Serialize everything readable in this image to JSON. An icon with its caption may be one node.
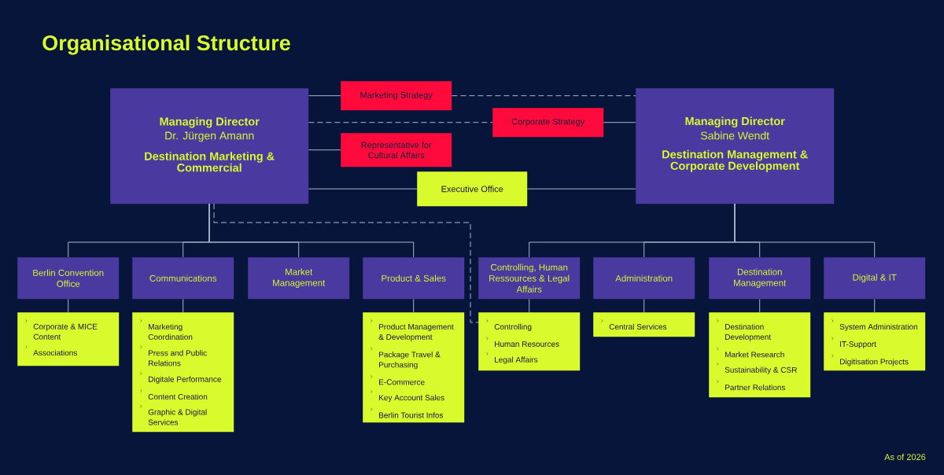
{
  "diagram": {
    "title": "Organisational Structure",
    "nodes": [
      {
        "text": [
          "Managing Director",
          "Dr. Jürgen Amann",
          "Destination Marketing & Commercial"
        ]
      },
      {
        "text": [
          "Managing Director",
          "Sabine Wendt",
          "Destination Management & Corporate Development"
        ]
      },
      {
        "text": [
          "Marketing Strategy"
        ]
      },
      {
        "text": [
          "Corporate Strategy"
        ]
      },
      {
        "text": [
          "Representative for Cultural Affairs"
        ]
      },
      {
        "text": [
          "Executive Office"
        ]
      },
      {
        "text": [
          "Berlin Convention Office"
        ]
      },
      {
        "text": [
          "Communications"
        ]
      },
      {
        "text": [
          "Market Management"
        ]
      },
      {
        "text": [
          "Product & Sales"
        ]
      },
      {
        "text": [
          "Controlling, Human Ressources & Legal Affairs"
        ]
      },
      {
        "text": [
          "Administration"
        ]
      },
      {
        "text": [
          "Destination Management"
        ]
      },
      {
        "text": [
          "Digital & IT"
        ]
      },
      {
        "text": [
          "Corporate & MICE Content",
          "Associations"
        ]
      },
      {
        "text": [
          "Marketing Coordination",
          "Press and Public Relations",
          "Digitale Performance",
          "Content Creation",
          "Graphic & Digital Services"
        ]
      },
      {
        "text": [
          "Product Management & Development",
          "Package Travel & Purchasing",
          "E-Commerce",
          "Key Account Sales",
          "Berlin Tourist Infos"
        ]
      },
      {
        "text": [
          "Controlling",
          "Human Resources",
          "Legal Affairs"
        ]
      },
      {
        "text": [
          "Central Services"
        ]
      },
      {
        "text": [
          "Destination Development",
          "Market Research",
          "Sustainability & CSR",
          "Partner Relations"
        ]
      },
      {
        "text": [
          "System Administration",
          "IT-Support",
          "Digitisation Projects"
        ]
      }
    ],
    "edges": [
      {
        "from": 0,
        "to": 2,
        "arrow": "none"
      },
      {
        "from": 2,
        "to": 1,
        "arrow": "none",
        "style": "dashed"
      },
      {
        "from": 0,
        "to": 3,
        "arrow": "none",
        "style": "dashed"
      },
      {
        "from": 3,
        "to": 1,
        "arrow": "none"
      },
      {
        "from": 0,
        "to": 4,
        "arrow": "none"
      },
      {
        "from": 0,
        "to": 5,
        "arrow": "none"
      },
      {
        "from": 5,
        "to": 1,
        "arrow": "none"
      },
      {
        "from": 0,
        "to": 6,
        "arrow": "none"
      },
      {
        "from": 0,
        "to": 7,
        "arrow": "none"
      },
      {
        "from": 0,
        "to": 8,
        "arrow": "none"
      },
      {
        "from": 0,
        "to": 9,
        "arrow": "none"
      },
      {
        "from": 1,
        "to": 10,
        "arrow": "none"
      },
      {
        "from": 1,
        "to": 11,
        "arrow": "none"
      },
      {
        "from": 1,
        "to": 12,
        "arrow": "none"
      },
      {
        "from": 1,
        "to": 13,
        "arrow": "none"
      },
      {
        "from": 6,
        "to": 14,
        "arrow": "none"
      },
      {
        "from": 7,
        "to": 15,
        "arrow": "none"
      },
      {
        "from": 9,
        "to": 16,
        "arrow": "none"
      },
      {
        "from": 10,
        "to": 17,
        "arrow": "none"
      },
      {
        "from": 11,
        "to": 18,
        "arrow": "none"
      },
      {
        "from": 12,
        "to": 19,
        "arrow": "none"
      },
      {
        "from": 13,
        "to": 20,
        "arrow": "none"
      },
      {
        "from": 0,
        "to": 17,
        "arrow": "none",
        "style": "dashed"
      }
    ],
    "labels": [
      "As of 2026"
    ]
  }
}
